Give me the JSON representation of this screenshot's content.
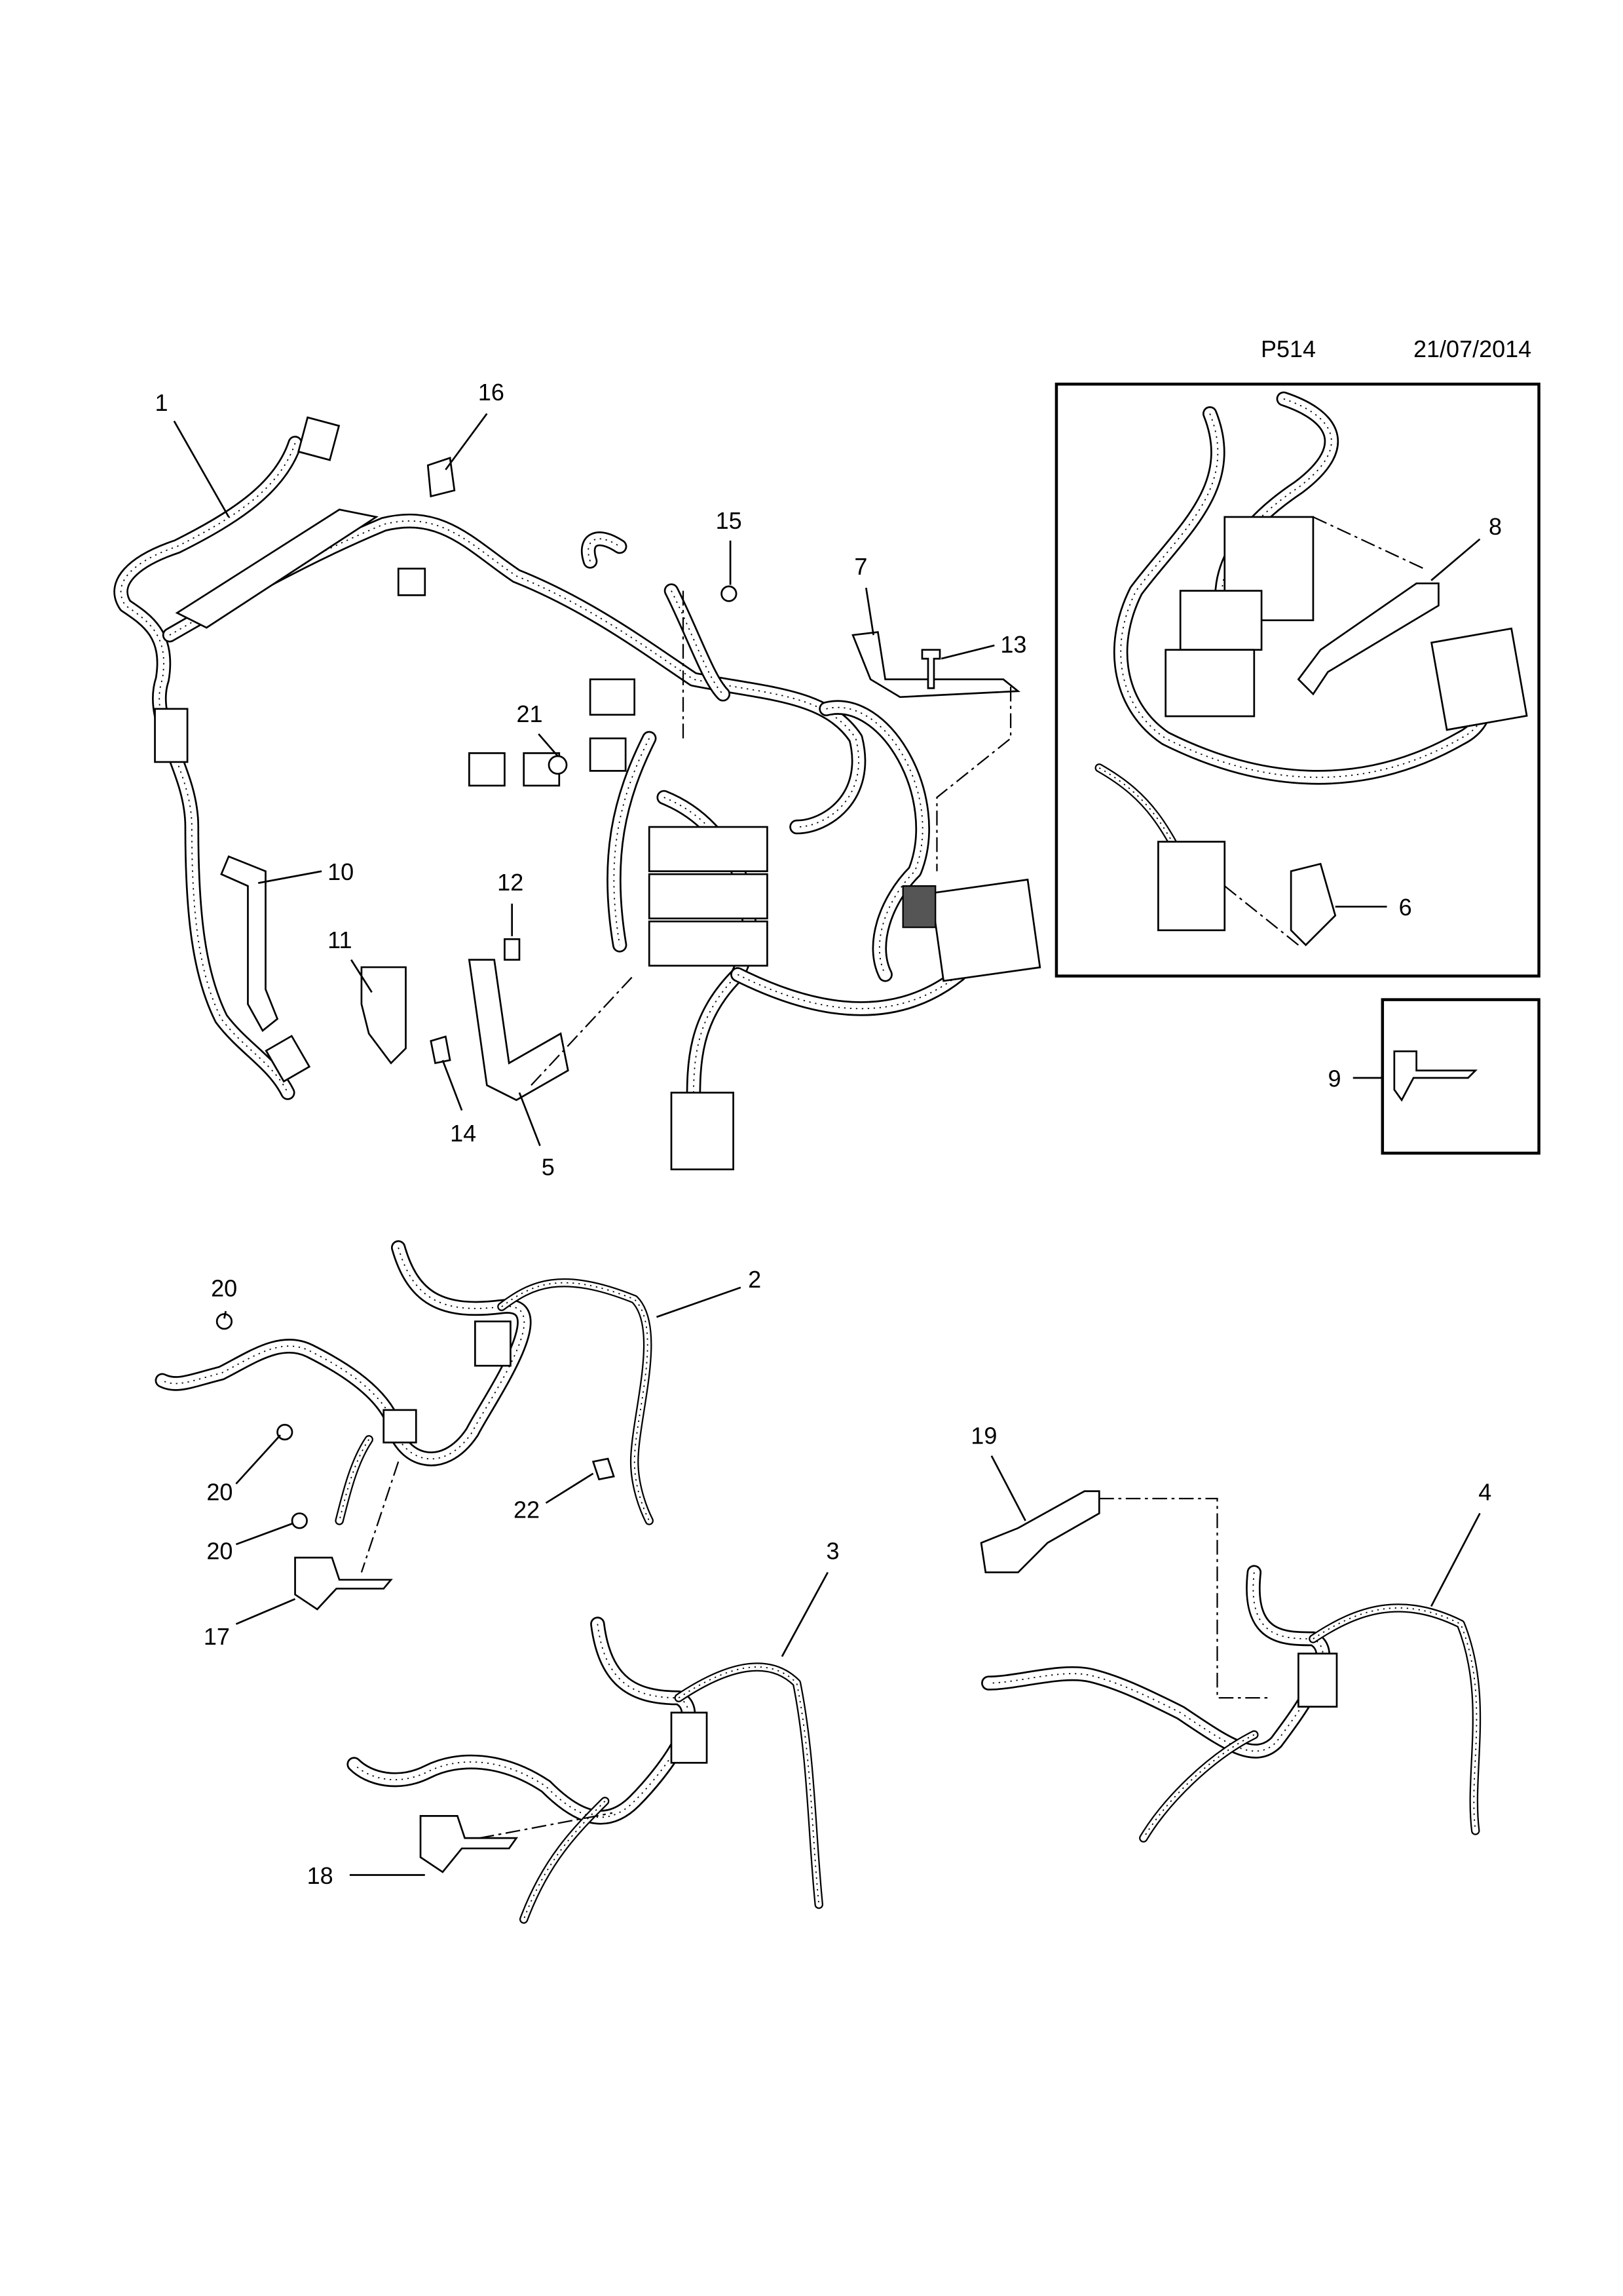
{
  "header": {
    "diagram_code": "P514",
    "date": "21/07/2014"
  },
  "callouts": {
    "c1": "1",
    "c2": "2",
    "c3": "3",
    "c4": "4",
    "c5": "5",
    "c6": "6",
    "c7": "7",
    "c8": "8",
    "c9": "9",
    "c10": "10",
    "c11": "11",
    "c12": "12",
    "c13": "13",
    "c14": "14",
    "c15": "15",
    "c16": "16",
    "c17": "17",
    "c18": "18",
    "c19": "19",
    "c20a": "20",
    "c20b": "20",
    "c20c": "20",
    "c21": "21",
    "c22": "22"
  }
}
